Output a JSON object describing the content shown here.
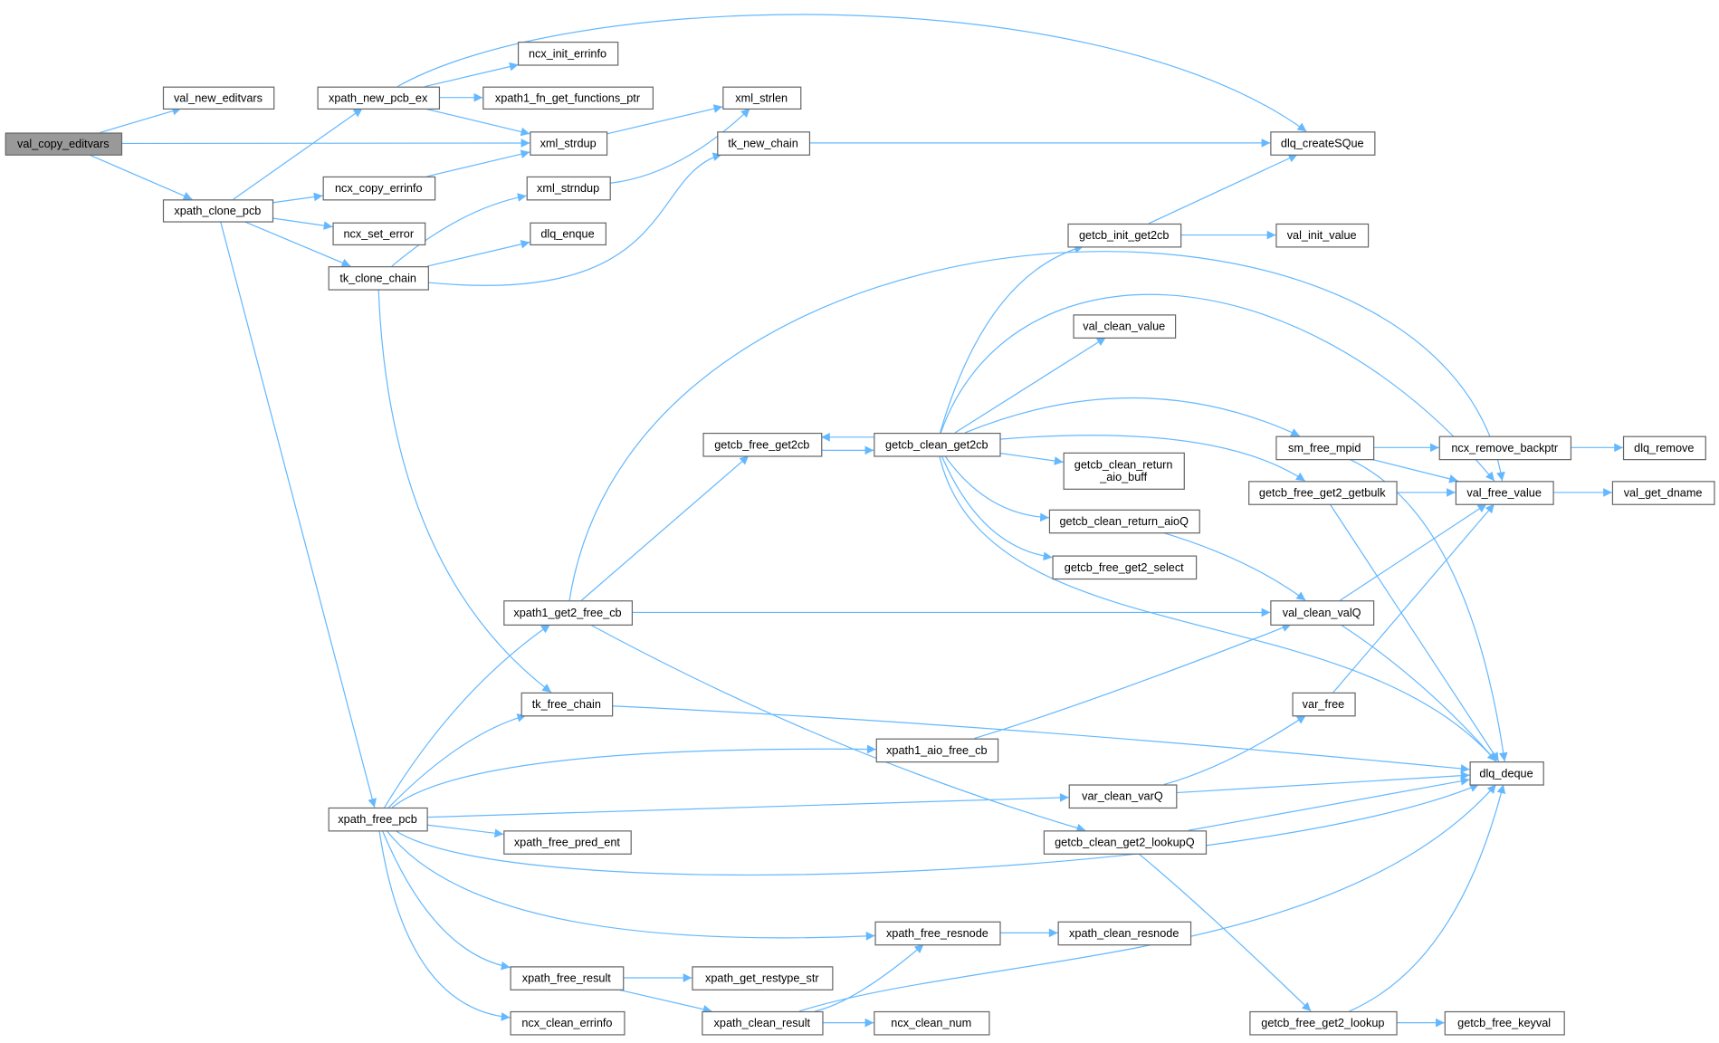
{
  "title": "val_copy_editvars call graph",
  "colors": {
    "edge": "#63b8ff",
    "root_fill": "#999999",
    "node_border": "#666666"
  },
  "nodes": [
    {
      "id": "val_copy_editvars",
      "lines": [
        "val_copy_editvars"
      ],
      "root": true
    },
    {
      "id": "val_new_editvars",
      "lines": [
        "val_new_editvars"
      ]
    },
    {
      "id": "xpath_new_pcb_ex",
      "lines": [
        "xpath_new_pcb_ex"
      ]
    },
    {
      "id": "ncx_init_errinfo",
      "lines": [
        "ncx_init_errinfo"
      ]
    },
    {
      "id": "xpath1_fn_get_functions_ptr",
      "lines": [
        "xpath1_fn_get_functions_ptr"
      ]
    },
    {
      "id": "xml_strdup",
      "lines": [
        "xml_strdup"
      ]
    },
    {
      "id": "xml_strlen",
      "lines": [
        "xml_strlen"
      ]
    },
    {
      "id": "xpath_clone_pcb",
      "lines": [
        "xpath_clone_pcb"
      ]
    },
    {
      "id": "ncx_copy_errinfo",
      "lines": [
        "ncx_copy_errinfo"
      ]
    },
    {
      "id": "ncx_set_error",
      "lines": [
        "ncx_set_error"
      ]
    },
    {
      "id": "tk_clone_chain",
      "lines": [
        "tk_clone_chain"
      ]
    },
    {
      "id": "xml_strndup",
      "lines": [
        "xml_strndup"
      ]
    },
    {
      "id": "dlq_enque",
      "lines": [
        "dlq_enque"
      ]
    },
    {
      "id": "tk_new_chain",
      "lines": [
        "tk_new_chain"
      ]
    },
    {
      "id": "dlq_createSQue",
      "lines": [
        "dlq_createSQue"
      ]
    },
    {
      "id": "getcb_init_get2cb",
      "lines": [
        "getcb_init_get2cb"
      ]
    },
    {
      "id": "val_init_value",
      "lines": [
        "val_init_value"
      ]
    },
    {
      "id": "val_clean_value",
      "lines": [
        "val_clean_value"
      ]
    },
    {
      "id": "getcb_free_get2cb",
      "lines": [
        "getcb_free_get2cb"
      ]
    },
    {
      "id": "getcb_clean_get2cb",
      "lines": [
        "getcb_clean_get2cb"
      ]
    },
    {
      "id": "sm_free_mpid",
      "lines": [
        "sm_free_mpid"
      ]
    },
    {
      "id": "ncx_remove_backptr",
      "lines": [
        "ncx_remove_backptr"
      ]
    },
    {
      "id": "dlq_remove",
      "lines": [
        "dlq_remove"
      ]
    },
    {
      "id": "getcb_clean_return_aio_buff",
      "lines": [
        "getcb_clean_return",
        "_aio_buff"
      ]
    },
    {
      "id": "getcb_free_get2_getbulk",
      "lines": [
        "getcb_free_get2_getbulk"
      ]
    },
    {
      "id": "val_free_value",
      "lines": [
        "val_free_value"
      ]
    },
    {
      "id": "val_get_dname",
      "lines": [
        "val_get_dname"
      ]
    },
    {
      "id": "getcb_clean_return_aioQ",
      "lines": [
        "getcb_clean_return_aioQ"
      ]
    },
    {
      "id": "getcb_free_get2_select",
      "lines": [
        "getcb_free_get2_select"
      ]
    },
    {
      "id": "xpath1_get2_free_cb",
      "lines": [
        "xpath1_get2_free_cb"
      ]
    },
    {
      "id": "val_clean_valQ",
      "lines": [
        "val_clean_valQ"
      ]
    },
    {
      "id": "tk_free_chain",
      "lines": [
        "tk_free_chain"
      ]
    },
    {
      "id": "var_free",
      "lines": [
        "var_free"
      ]
    },
    {
      "id": "xpath1_aio_free_cb",
      "lines": [
        "xpath1_aio_free_cb"
      ]
    },
    {
      "id": "dlq_deque",
      "lines": [
        "dlq_deque"
      ]
    },
    {
      "id": "var_clean_varQ",
      "lines": [
        "var_clean_varQ"
      ]
    },
    {
      "id": "xpath_free_pcb",
      "lines": [
        "xpath_free_pcb"
      ]
    },
    {
      "id": "xpath_free_pred_ent",
      "lines": [
        "xpath_free_pred_ent"
      ]
    },
    {
      "id": "getcb_clean_get2_lookupQ",
      "lines": [
        "getcb_clean_get2_lookupQ"
      ]
    },
    {
      "id": "xpath_free_resnode",
      "lines": [
        "xpath_free_resnode"
      ]
    },
    {
      "id": "xpath_clean_resnode",
      "lines": [
        "xpath_clean_resnode"
      ]
    },
    {
      "id": "xpath_free_result",
      "lines": [
        "xpath_free_result"
      ]
    },
    {
      "id": "xpath_get_restype_str",
      "lines": [
        "xpath_get_restype_str"
      ]
    },
    {
      "id": "xpath_clean_result",
      "lines": [
        "xpath_clean_result"
      ]
    },
    {
      "id": "ncx_clean_num",
      "lines": [
        "ncx_clean_num"
      ]
    },
    {
      "id": "ncx_clean_errinfo",
      "lines": [
        "ncx_clean_errinfo"
      ]
    },
    {
      "id": "getcb_free_get2_lookup",
      "lines": [
        "getcb_free_get2_lookup"
      ]
    },
    {
      "id": "getcb_free_keyval",
      "lines": [
        "getcb_free_keyval"
      ]
    }
  ],
  "edges": [
    [
      "val_copy_editvars",
      "val_new_editvars"
    ],
    [
      "val_copy_editvars",
      "xml_strdup"
    ],
    [
      "val_copy_editvars",
      "xpath_clone_pcb"
    ],
    [
      "xpath_new_pcb_ex",
      "dlq_createSQue"
    ],
    [
      "xpath_new_pcb_ex",
      "ncx_init_errinfo"
    ],
    [
      "xpath_new_pcb_ex",
      "xpath1_fn_get_functions_ptr"
    ],
    [
      "xpath_new_pcb_ex",
      "xml_strdup"
    ],
    [
      "xml_strdup",
      "xml_strlen"
    ],
    [
      "xpath_clone_pcb",
      "xpath_new_pcb_ex"
    ],
    [
      "xpath_clone_pcb",
      "ncx_copy_errinfo"
    ],
    [
      "xpath_clone_pcb",
      "ncx_set_error"
    ],
    [
      "xpath_clone_pcb",
      "tk_clone_chain"
    ],
    [
      "xpath_clone_pcb",
      "xpath_free_pcb"
    ],
    [
      "ncx_copy_errinfo",
      "xml_strdup"
    ],
    [
      "tk_clone_chain",
      "xml_strndup"
    ],
    [
      "tk_clone_chain",
      "dlq_enque"
    ],
    [
      "tk_clone_chain",
      "tk_new_chain"
    ],
    [
      "tk_clone_chain",
      "tk_free_chain"
    ],
    [
      "xml_strndup",
      "xml_strlen"
    ],
    [
      "tk_new_chain",
      "dlq_createSQue"
    ],
    [
      "getcb_init_get2cb",
      "dlq_createSQue"
    ],
    [
      "getcb_init_get2cb",
      "val_init_value"
    ],
    [
      "getcb_clean_get2cb",
      "getcb_init_get2cb"
    ],
    [
      "getcb_clean_get2cb",
      "val_free_value"
    ],
    [
      "getcb_clean_get2cb",
      "val_clean_value"
    ],
    [
      "getcb_clean_get2cb",
      "sm_free_mpid"
    ],
    [
      "getcb_clean_get2cb",
      "getcb_free_get2cb"
    ],
    [
      "getcb_clean_get2cb",
      "getcb_clean_return_aio_buff"
    ],
    [
      "getcb_clean_get2cb",
      "getcb_free_get2_getbulk"
    ],
    [
      "getcb_clean_get2cb",
      "getcb_clean_return_aioQ"
    ],
    [
      "getcb_clean_get2cb",
      "getcb_free_get2_select"
    ],
    [
      "getcb_clean_get2cb",
      "dlq_deque"
    ],
    [
      "getcb_free_get2cb",
      "getcb_clean_get2cb"
    ],
    [
      "xpath1_get2_free_cb",
      "val_free_value"
    ],
    [
      "xpath1_get2_free_cb",
      "getcb_free_get2cb"
    ],
    [
      "xpath1_get2_free_cb",
      "val_clean_valQ"
    ],
    [
      "xpath1_get2_free_cb",
      "getcb_clean_get2_lookupQ"
    ],
    [
      "sm_free_mpid",
      "ncx_remove_backptr"
    ],
    [
      "sm_free_mpid",
      "val_free_value"
    ],
    [
      "sm_free_mpid",
      "dlq_deque"
    ],
    [
      "ncx_remove_backptr",
      "dlq_remove"
    ],
    [
      "getcb_free_get2_getbulk",
      "val_free_value"
    ],
    [
      "getcb_free_get2_getbulk",
      "dlq_deque"
    ],
    [
      "val_free_value",
      "val_get_dname"
    ],
    [
      "getcb_clean_return_aioQ",
      "val_clean_valQ"
    ],
    [
      "val_clean_valQ",
      "val_free_value"
    ],
    [
      "val_clean_valQ",
      "dlq_deque"
    ],
    [
      "tk_free_chain",
      "dlq_deque"
    ],
    [
      "var_free",
      "val_free_value"
    ],
    [
      "xpath1_aio_free_cb",
      "val_clean_valQ"
    ],
    [
      "var_clean_varQ",
      "var_free"
    ],
    [
      "var_clean_varQ",
      "dlq_deque"
    ],
    [
      "xpath_free_pcb",
      "xpath1_get2_free_cb"
    ],
    [
      "xpath_free_pcb",
      "tk_free_chain"
    ],
    [
      "xpath_free_pcb",
      "xpath1_aio_free_cb"
    ],
    [
      "xpath_free_pcb",
      "var_clean_varQ"
    ],
    [
      "xpath_free_pcb",
      "xpath_free_pred_ent"
    ],
    [
      "xpath_free_pcb",
      "dlq_deque"
    ],
    [
      "xpath_free_pcb",
      "xpath_free_resnode"
    ],
    [
      "xpath_free_pcb",
      "xpath_free_result"
    ],
    [
      "xpath_free_pcb",
      "ncx_clean_errinfo"
    ],
    [
      "getcb_clean_get2_lookupQ",
      "dlq_deque"
    ],
    [
      "getcb_clean_get2_lookupQ",
      "getcb_free_get2_lookup"
    ],
    [
      "xpath_free_resnode",
      "xpath_clean_resnode"
    ],
    [
      "xpath_free_result",
      "xpath_get_restype_str"
    ],
    [
      "xpath_free_result",
      "xpath_clean_result"
    ],
    [
      "xpath_clean_result",
      "xpath_free_resnode"
    ],
    [
      "xpath_clean_result",
      "ncx_clean_num"
    ],
    [
      "xpath_clean_result",
      "dlq_deque"
    ],
    [
      "getcb_free_get2_lookup",
      "dlq_deque"
    ],
    [
      "getcb_free_get2_lookup",
      "getcb_free_keyval"
    ]
  ]
}
